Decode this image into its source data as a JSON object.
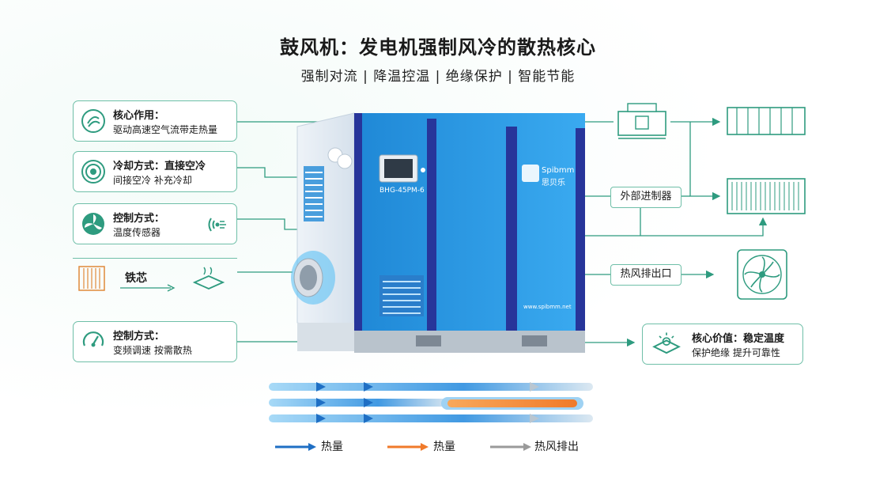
{
  "header": {
    "title": "鼓风机：发电机强制风冷的散热核心",
    "subtitle": "强制对流 | 降温控温 | 绝缘保护 | 智能节能"
  },
  "left_cards": [
    {
      "heading": "核心作用：",
      "body": "驱动高速空气流带走热量",
      "icon": "fan-airflow-icon"
    },
    {
      "heading": "冷却方式：直接空冷",
      "body": "间接空冷 补充冷却",
      "icon": "target-cooling-icon"
    },
    {
      "heading": "控制方式：",
      "body": "温度传感器",
      "icon": "fan-blade-icon"
    },
    {
      "heading": "控制方式：",
      "body": "变频调速 按需散热",
      "icon": "speed-control-icon"
    }
  ],
  "core_label": "铁芯",
  "machine": {
    "model": "BHG-45PM-6",
    "brand_latin": "Spibmm",
    "brand_cn": "思贝乐",
    "website": "www.spibmm.net"
  },
  "right_labels": {
    "external": "外部进制器",
    "hot_air": "热风排出口"
  },
  "value_card": {
    "heading": "核心价值：稳定温度",
    "body": "保护绝缘 提升可靠性",
    "icon": "chip-temperature-icon"
  },
  "legend": [
    {
      "label": "热量",
      "color": "#1f6fc4"
    },
    {
      "label": "热量",
      "color": "#f07a2a"
    },
    {
      "label": "热风排出",
      "color": "#9a9a9a"
    }
  ],
  "colors": {
    "accent_green": "#2e9b7f",
    "card_border": "#6fbfa8",
    "machine_blue": "#2d9ce0",
    "machine_dark": "#27359a"
  }
}
